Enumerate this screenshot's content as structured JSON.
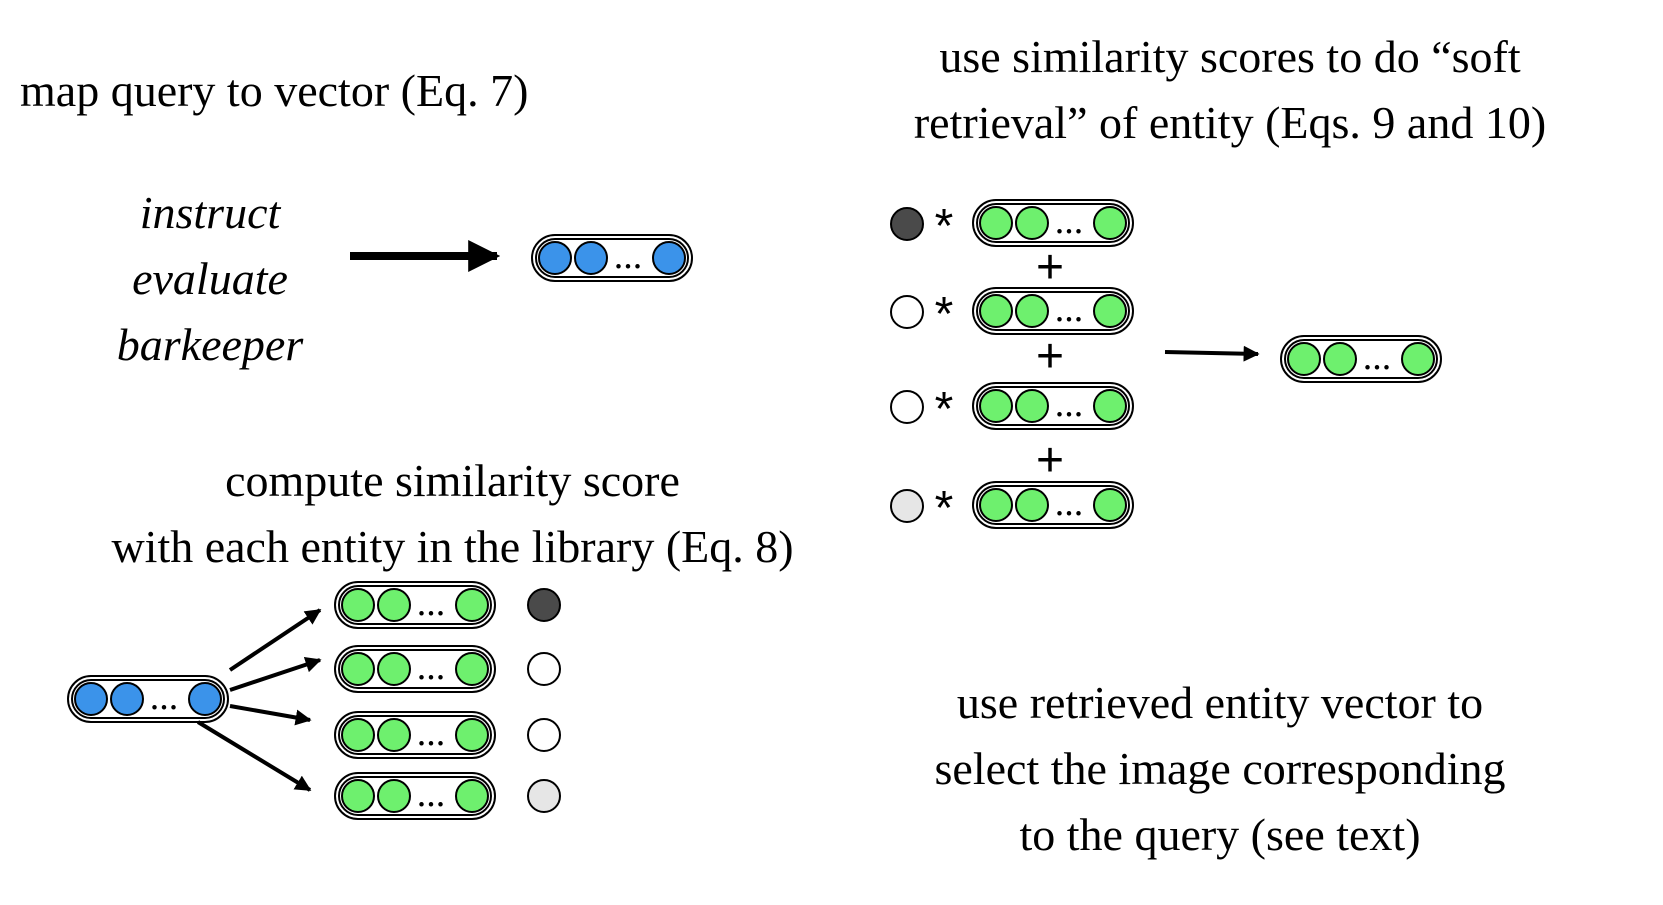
{
  "captions": {
    "map_query": "map query to vector (Eq. 7)",
    "soft_retrieval": [
      "use similarity scores to do “soft",
      "retrieval” of entity (Eqs. 9 and 10)"
    ],
    "compute_similarity": [
      "compute similarity score",
      "with each entity in the library (Eq. 8)"
    ],
    "use_retrieved": [
      "use retrieved entity vector to",
      "select the image corresponding",
      "to the query (see text)"
    ]
  },
  "query_words": [
    "instruct",
    "evaluate",
    "barkeeper"
  ],
  "vector_ellipsis": "...",
  "symbols": {
    "multiply": "*",
    "plus": "+"
  },
  "colors": {
    "query_vector": "#3b93ea",
    "entity_vector": "#6ef06e",
    "score_high": "#4a4a4a",
    "score_none": "#ffffff",
    "score_low": "#e6e6e6"
  },
  "scores": [
    "high",
    "none",
    "none",
    "low"
  ]
}
